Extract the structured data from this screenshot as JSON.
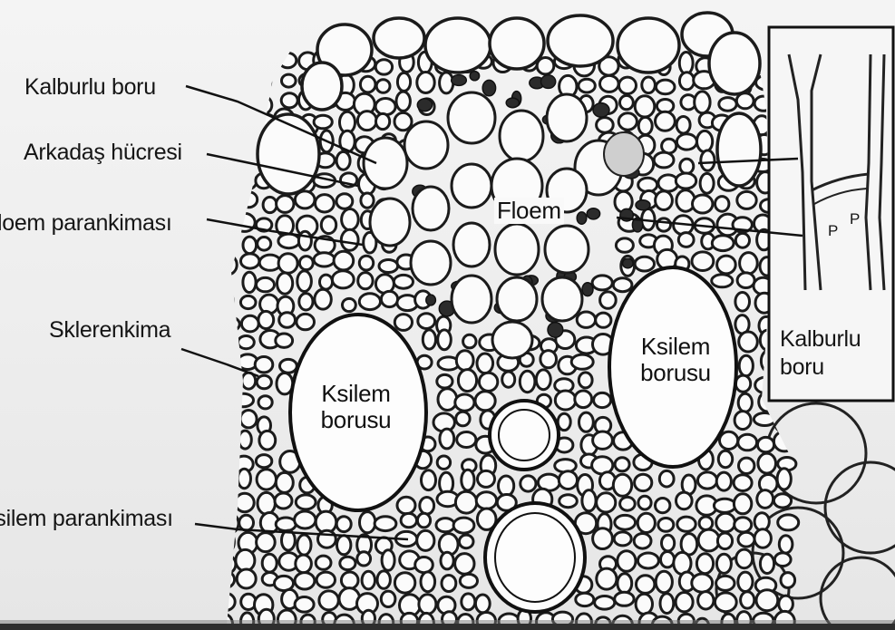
{
  "labels": {
    "sieve_tube": "Kalburlu boru",
    "companion_cell": "Arkadaş hücresi",
    "phloem_parenchyma": "Floem parankiması",
    "sclerenchyma": "Sklerenkima",
    "xylem_parenchyma": "Ksilem parankiması",
    "phloem": "Floem",
    "xylem_vessel_left_1": "Ksilem",
    "xylem_vessel_left_2": "borusu",
    "xylem_vessel_right_1": "Ksilem",
    "xylem_vessel_right_2": "borusu",
    "inset_title_1": "Kalburlu",
    "inset_title_2": "boru",
    "sieve_plate_p1": "P",
    "sieve_plate_p2": "P"
  }
}
